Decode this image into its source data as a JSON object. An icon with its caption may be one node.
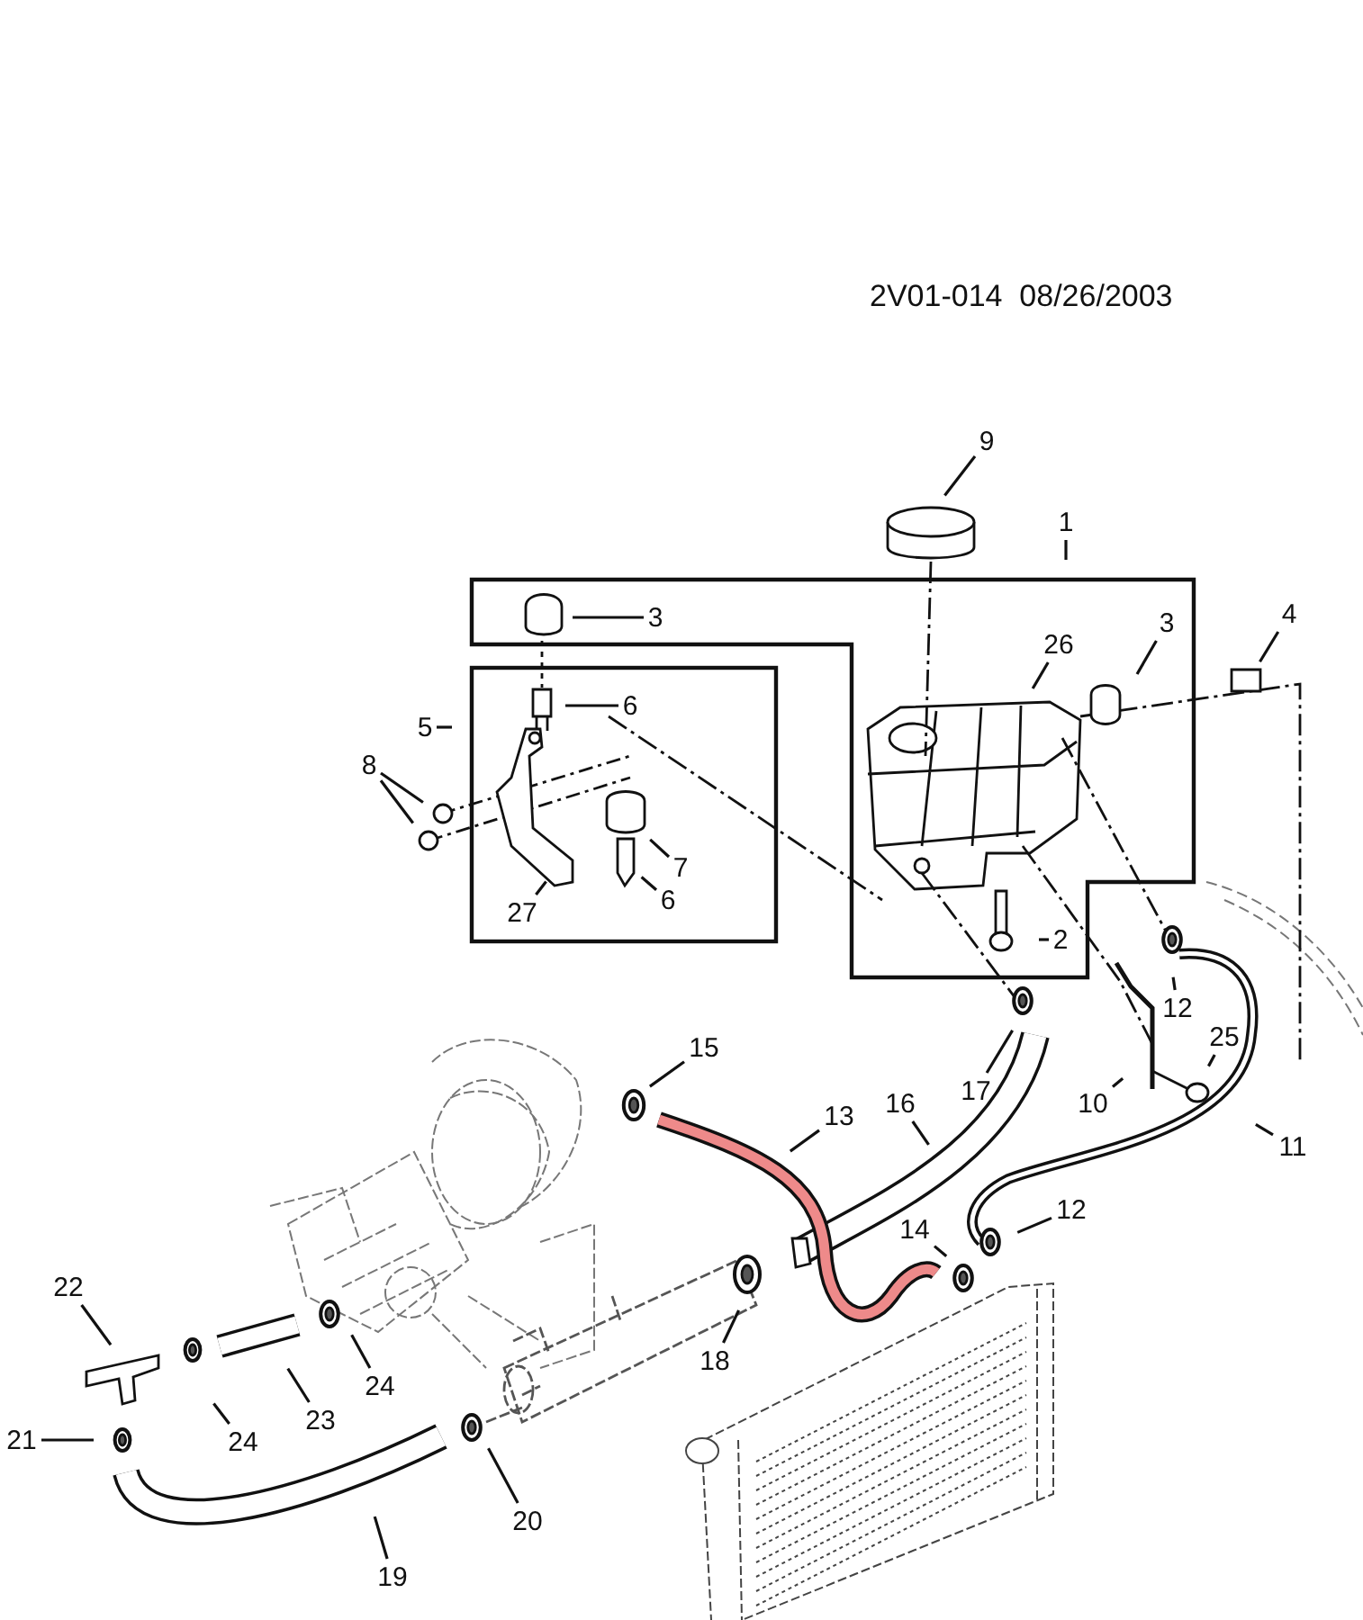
{
  "diagram": {
    "nodes": [
      {
        "text": [
          "9"
        ]
      },
      {
        "text": [
          "1"
        ]
      },
      {
        "text": [
          "3"
        ]
      },
      {
        "text": [
          "26"
        ]
      },
      {
        "text": [
          "3"
        ]
      },
      {
        "text": [
          "4"
        ]
      },
      {
        "text": [
          "5"
        ]
      },
      {
        "text": [
          "6"
        ]
      },
      {
        "text": [
          "8"
        ]
      },
      {
        "text": [
          "7"
        ]
      },
      {
        "text": [
          "6"
        ]
      },
      {
        "text": [
          "27"
        ]
      },
      {
        "text": [
          "2"
        ]
      },
      {
        "text": [
          "12"
        ]
      },
      {
        "text": [
          "15"
        ]
      },
      {
        "text": [
          "17"
        ]
      },
      {
        "text": [
          "25"
        ]
      },
      {
        "text": [
          "13"
        ]
      },
      {
        "text": [
          "16"
        ]
      },
      {
        "text": [
          "10"
        ]
      },
      {
        "text": [
          "11"
        ]
      },
      {
        "text": [
          "12"
        ]
      },
      {
        "text": [
          "14"
        ]
      },
      {
        "text": [
          "22"
        ]
      },
      {
        "text": [
          "18"
        ]
      },
      {
        "text": [
          "24"
        ]
      },
      {
        "text": [
          "23"
        ]
      },
      {
        "text": [
          "24"
        ]
      },
      {
        "text": [
          "21"
        ]
      },
      {
        "text": [
          "20"
        ]
      },
      {
        "text": [
          "19"
        ]
      }
    ],
    "edges": [
      {
        "from": 0,
        "to": null,
        "arrow": "none"
      },
      {
        "from": 1,
        "to": null,
        "arrow": "none"
      },
      {
        "from": 2,
        "to": null,
        "arrow": "none"
      },
      {
        "from": 3,
        "to": null,
        "arrow": "none"
      },
      {
        "from": 4,
        "to": null,
        "arrow": "none"
      },
      {
        "from": 5,
        "to": null,
        "arrow": "none"
      },
      {
        "from": 6,
        "to": null,
        "arrow": "none"
      },
      {
        "from": 7,
        "to": null,
        "arrow": "none"
      },
      {
        "from": 8,
        "to": null,
        "arrow": "none"
      },
      {
        "from": 8,
        "to": null,
        "arrow": "none"
      },
      {
        "from": 9,
        "to": null,
        "arrow": "none"
      },
      {
        "from": 10,
        "to": null,
        "arrow": "none"
      },
      {
        "from": 11,
        "to": null,
        "arrow": "none"
      },
      {
        "from": 12,
        "to": null,
        "arrow": "none"
      },
      {
        "from": 13,
        "to": null,
        "arrow": "none"
      },
      {
        "from": 14,
        "to": null,
        "arrow": "none"
      },
      {
        "from": 15,
        "to": null,
        "arrow": "none"
      },
      {
        "from": 16,
        "to": null,
        "arrow": "none"
      },
      {
        "from": 17,
        "to": null,
        "arrow": "none"
      },
      {
        "from": 18,
        "to": null,
        "arrow": "none"
      },
      {
        "from": 19,
        "to": null,
        "arrow": "none"
      },
      {
        "from": 20,
        "to": null,
        "arrow": "none"
      },
      {
        "from": 21,
        "to": null,
        "arrow": "none"
      },
      {
        "from": 22,
        "to": null,
        "arrow": "none"
      },
      {
        "from": 23,
        "to": null,
        "arrow": "none"
      },
      {
        "from": 24,
        "to": null,
        "arrow": "none"
      },
      {
        "from": 25,
        "to": null,
        "arrow": "none"
      },
      {
        "from": 26,
        "to": null,
        "arrow": "none"
      },
      {
        "from": 27,
        "to": null,
        "arrow": "none"
      },
      {
        "from": 28,
        "to": null,
        "arrow": "none"
      },
      {
        "from": 29,
        "to": null,
        "arrow": "none"
      },
      {
        "from": 30,
        "to": null,
        "arrow": "none"
      }
    ],
    "labels": [
      "2V01-014  08/26/2003"
    ]
  }
}
